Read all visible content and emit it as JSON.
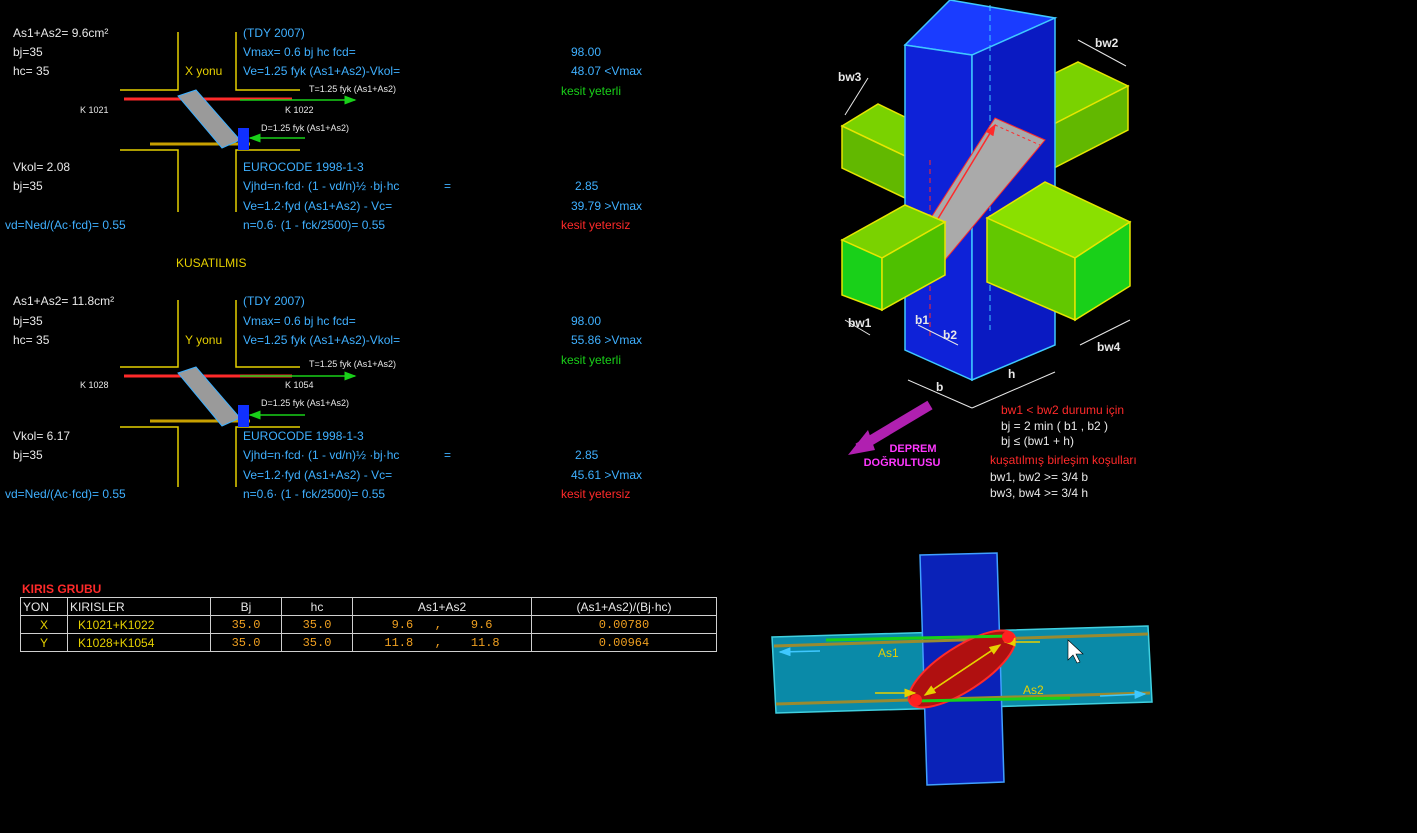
{
  "x": {
    "as_total": "As1+As2=  9.6cm²",
    "bj": "bj=35",
    "hc": "hc= 35",
    "dir_label": "X yonu",
    "beam_left": "K 1021",
    "beam_right": "K 1022",
    "tension": "T=1.25 fyk (As1+As2)",
    "compression": "D=1.25 fyk (As1+As2)",
    "vkol": "Vkol=  2.08",
    "bj2": "bj=35",
    "vd": "vd=Ned/(Ac·fcd)= 0.55",
    "tdy_title": "(TDY 2007)",
    "vmax_formula": "Vmax=     0.6    bj hc fcd=",
    "ve_formula": "Ve=1.25 fyk (As1+As2)-Vkol=",
    "vmax_val": "98.00",
    "ve_val": "48.07 <Vmax",
    "tdy_result": "kesit yeterli",
    "ec_title": "EUROCODE 1998-1-3",
    "vjhd_formula": "Vjhd=n·fcd· (1 - vd/n)½ ·bj·hc",
    "eq": "=",
    "ec_ve_formula": "Ve=1.2·fyd (As1+As2) - Vc=",
    "n_formula": "n=0.6· (1 - fck/2500)= 0.55",
    "vjhd_val": "2.85",
    "ec_ve_val": "39.79 >Vmax",
    "ec_result": "kesit yetersiz"
  },
  "section_label": "KUSATILMIS",
  "y": {
    "as_total": "As1+As2=  11.8cm²",
    "bj": "bj=35",
    "hc": "hc= 35",
    "dir_label": "Y yonu",
    "beam_left": "K 1028",
    "beam_right": "K 1054",
    "tension": "T=1.25 fyk (As1+As2)",
    "compression": "D=1.25 fyk (As1+As2)",
    "vkol": "Vkol=  6.17",
    "bj2": "bj=35",
    "vd": "vd=Ned/(Ac·fcd)= 0.55",
    "tdy_title": "(TDY 2007)",
    "vmax_formula": "Vmax=     0.6    bj hc fcd=",
    "ve_formula": "Ve=1.25 fyk (As1+As2)-Vkol=",
    "vmax_val": "98.00",
    "ve_val": "55.86 >Vmax",
    "tdy_result": "kesit yeterli",
    "ec_title": "EUROCODE 1998-1-3",
    "vjhd_formula": "Vjhd=n·fcd· (1 - vd/n)½ ·bj·hc",
    "eq": "=",
    "ec_ve_formula": "Ve=1.2·fyd (As1+As2) - Vc=",
    "n_formula": "n=0.6· (1 - fck/2500)= 0.55",
    "vjhd_val": "2.85",
    "ec_ve_val": "45.61 >Vmax",
    "ec_result": "kesit yetersiz"
  },
  "diagram3d": {
    "bw1": "bw1",
    "bw2": "bw2",
    "bw3": "bw3",
    "bw4": "bw4",
    "b1": "b1",
    "b2": "b2",
    "b": "b",
    "h": "h",
    "deprem": "DEPREM",
    "dogrultusu": "DOĞRULTUSU",
    "note_cond": "bw1 < bw2  durumu için",
    "note_bj1": "bj = 2 min ( b1 , b2 )",
    "note_bj2": "bj ≤ (bw1 + h)",
    "note_title": "kuşatılmış birleşim koşulları",
    "note_r1": "bw1,  bw2 >= 3/4 b",
    "note_r2": "bw3,  bw4 >= 3/4 h"
  },
  "table": {
    "title": "KIRIS GRUBU",
    "headers": [
      "YON",
      "KIRISLER",
      "Bj",
      "hc",
      "As1+As2",
      "(As1+As2)/(Bj·hc)"
    ],
    "rows": [
      {
        "yon": "X",
        "kirisler": "K1021+K1022",
        "bj": "35.0",
        "hc": "35.0",
        "as1": "9.6",
        "sep": ",",
        "as2": "9.6",
        "ratio": "0.00780"
      },
      {
        "yon": "Y",
        "kirisler": "K1028+K1054",
        "bj": "35.0",
        "hc": "35.0",
        "as1": "11.8",
        "sep": ",",
        "as2": "11.8",
        "ratio": "0.00964"
      }
    ]
  },
  "plan": {
    "as1": "As1",
    "as2": "As2"
  }
}
